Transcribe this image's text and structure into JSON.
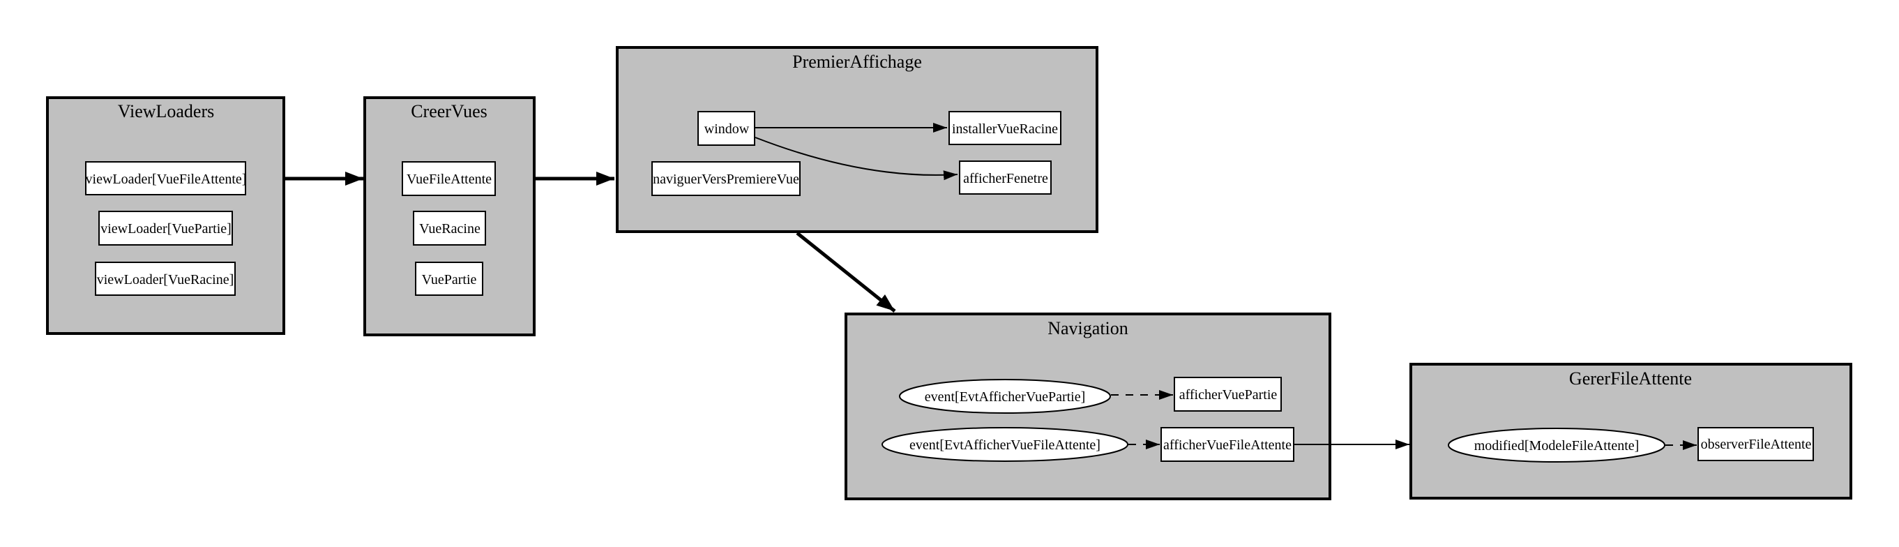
{
  "diagram": {
    "type": "module-dependency-graph",
    "colors": {
      "background": "#ffffff",
      "cluster_fill": "#c0c0c0",
      "node_fill": "#ffffff",
      "stroke": "#000000"
    },
    "clusters": {
      "viewloaders": {
        "title": "ViewLoaders",
        "nodes": {
          "n0": {
            "label": "viewLoader[VueFileAttente]",
            "shape": "rect"
          },
          "n1": {
            "label": "viewLoader[VuePartie]",
            "shape": "rect"
          },
          "n2": {
            "label": "viewLoader[VueRacine]",
            "shape": "rect"
          }
        }
      },
      "creervues": {
        "title": "CreerVues",
        "nodes": {
          "n0": {
            "label": "VueFileAttente",
            "shape": "rect"
          },
          "n1": {
            "label": "VueRacine",
            "shape": "rect"
          },
          "n2": {
            "label": "VuePartie",
            "shape": "rect"
          }
        }
      },
      "premieraffichage": {
        "title": "PremierAffichage",
        "nodes": {
          "window": {
            "label": "window",
            "shape": "rect"
          },
          "installer": {
            "label": "installerVueRacine",
            "shape": "rect"
          },
          "naviguer": {
            "label": "naviguerVersPremiereVue",
            "shape": "rect"
          },
          "fenetre": {
            "label": "afficherFenetre",
            "shape": "rect"
          }
        }
      },
      "navigation": {
        "title": "Navigation",
        "nodes": {
          "evtpartie": {
            "label": "event[EvtAfficherVuePartie]",
            "shape": "ellipse"
          },
          "affpartie": {
            "label": "afficherVuePartie",
            "shape": "rect"
          },
          "evtfile": {
            "label": "event[EvtAfficherVueFileAttente]",
            "shape": "ellipse"
          },
          "afffile": {
            "label": "afficherVueFileAttente",
            "shape": "rect"
          }
        }
      },
      "gererfileattente": {
        "title": "GererFileAttente",
        "nodes": {
          "modified": {
            "label": "modified[ModeleFileAttente]",
            "shape": "ellipse"
          },
          "observer": {
            "label": "observerFileAttente",
            "shape": "rect"
          }
        }
      }
    },
    "edges": [
      {
        "from": "ViewLoaders",
        "to": "CreerVues",
        "style": "bold"
      },
      {
        "from": "CreerVues",
        "to": "PremierAffichage",
        "style": "bold"
      },
      {
        "from": "PremierAffichage",
        "to": "Navigation",
        "style": "bold"
      },
      {
        "from": "window",
        "to": "installerVueRacine",
        "style": "solid"
      },
      {
        "from": "window",
        "to": "afficherFenetre",
        "style": "solid"
      },
      {
        "from": "event[EvtAfficherVuePartie]",
        "to": "afficherVuePartie",
        "style": "dashed"
      },
      {
        "from": "event[EvtAfficherVueFileAttente]",
        "to": "afficherVueFileAttente",
        "style": "dashed"
      },
      {
        "from": "afficherVueFileAttente",
        "to": "GererFileAttente",
        "style": "solid"
      },
      {
        "from": "modified[ModeleFileAttente]",
        "to": "observerFileAttente",
        "style": "dashed"
      }
    ]
  }
}
